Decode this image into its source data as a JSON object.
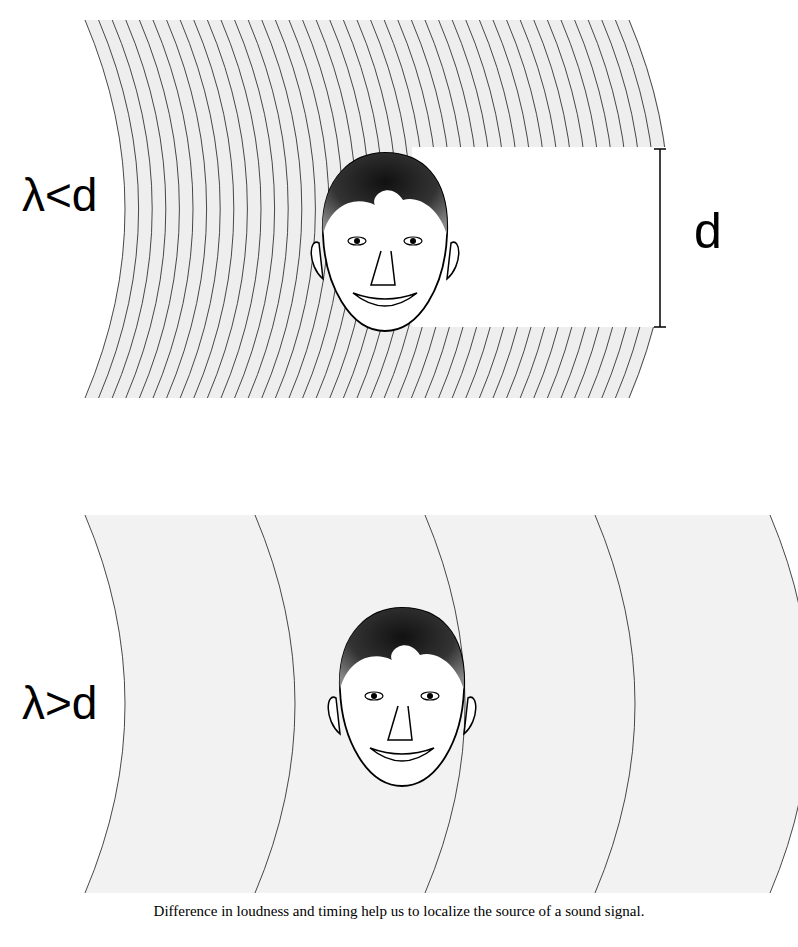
{
  "diagram": {
    "caption": "Difference in loudness and timing help us to localize the source of a sound signal.",
    "labels": [
      "λ<d",
      "d",
      "λ>d"
    ]
  }
}
